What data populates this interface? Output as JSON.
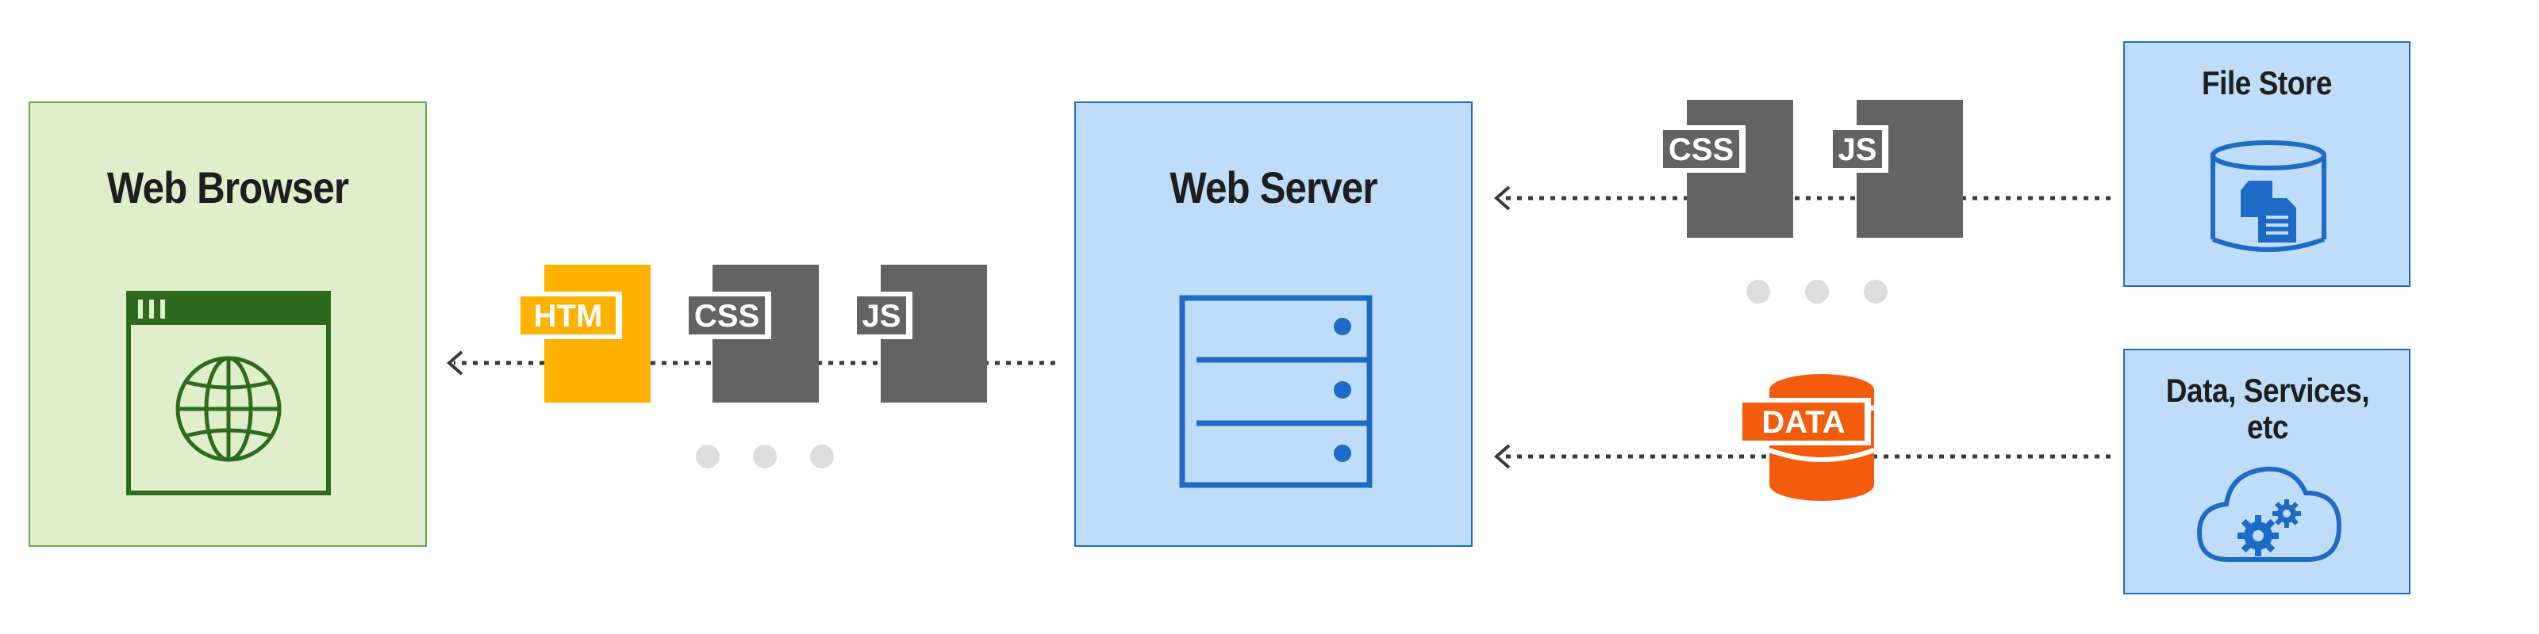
{
  "nodes": {
    "browser": {
      "title": "Web Browser"
    },
    "server": {
      "title": "Web Server"
    },
    "file_store": {
      "title": "File Store"
    },
    "data_services": {
      "title": "Data, Services, etc"
    }
  },
  "files_to_browser": {
    "html": "HTM",
    "css": "CSS",
    "js": "JS"
  },
  "files_from_store": {
    "css": "CSS",
    "js": "JS"
  },
  "data_badge": "DATA",
  "colors": {
    "browser_fill": "#dfeecb",
    "browser_border": "#6aa84f",
    "browser_icon": "#2f6b1e",
    "server_fill": "#bfdcf8",
    "server_border": "#1e6bc6",
    "html_doc": "#fdb100",
    "css_js_doc": "#636363",
    "data_db": "#f25c0c",
    "ellipsis_dot": "#dcdcdc",
    "arrow": "#3a3a3a"
  },
  "icons": {
    "browser": "browser-window-globe-icon",
    "server": "server-rack-icon",
    "file_store": "database-files-icon",
    "data_services": "cloud-gears-icon"
  }
}
